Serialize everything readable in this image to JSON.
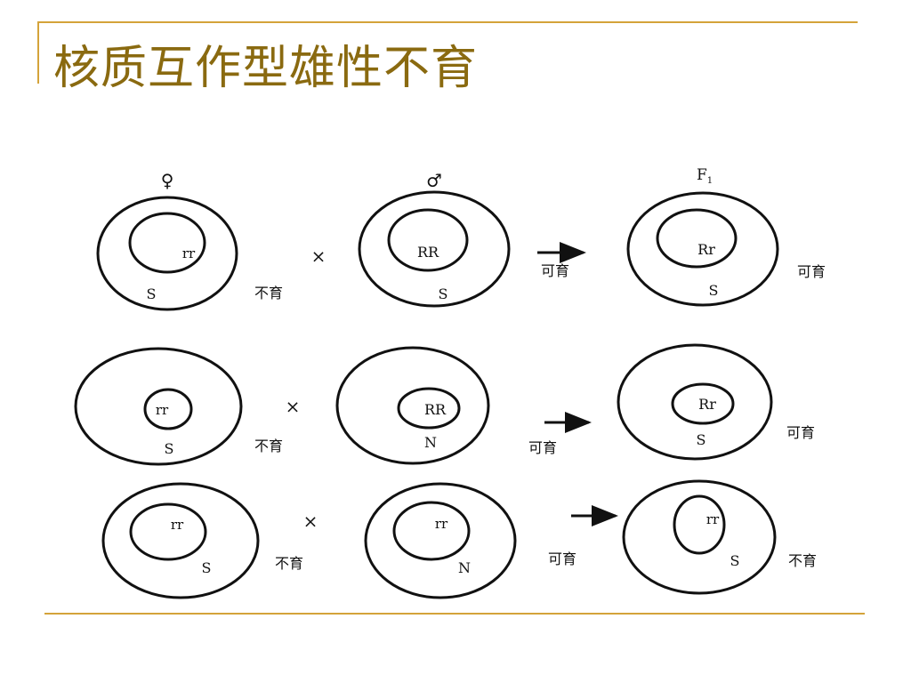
{
  "slide": {
    "title": "核质互作型雄性不育"
  },
  "headers": {
    "female": "♀",
    "male": "♂",
    "f1": "F",
    "f1_sub": "1"
  },
  "crosses": [
    {
      "female": {
        "nuclear": "rr",
        "cyto": "S",
        "trait": "不育"
      },
      "symbol": "×",
      "male": {
        "nuclear": "RR",
        "cyto": "S",
        "trait": "可育"
      },
      "offspring": {
        "nuclear": "Rr",
        "cyto": "S",
        "trait": "可育"
      }
    },
    {
      "female": {
        "nuclear": "rr",
        "cyto": "S",
        "trait": "不育"
      },
      "symbol": "×",
      "male": {
        "nuclear": "RR",
        "cyto": "N",
        "trait": "可育"
      },
      "offspring": {
        "nuclear": "Rr",
        "cyto": "S",
        "trait": "可育"
      }
    },
    {
      "female": {
        "nuclear": "rr",
        "cyto": "S",
        "trait": "不育"
      },
      "symbol": "×",
      "male": {
        "nuclear": "rr",
        "cyto": "N",
        "trait": "可育"
      },
      "offspring": {
        "nuclear": "rr",
        "cyto": "S",
        "trait": "不育"
      }
    }
  ]
}
